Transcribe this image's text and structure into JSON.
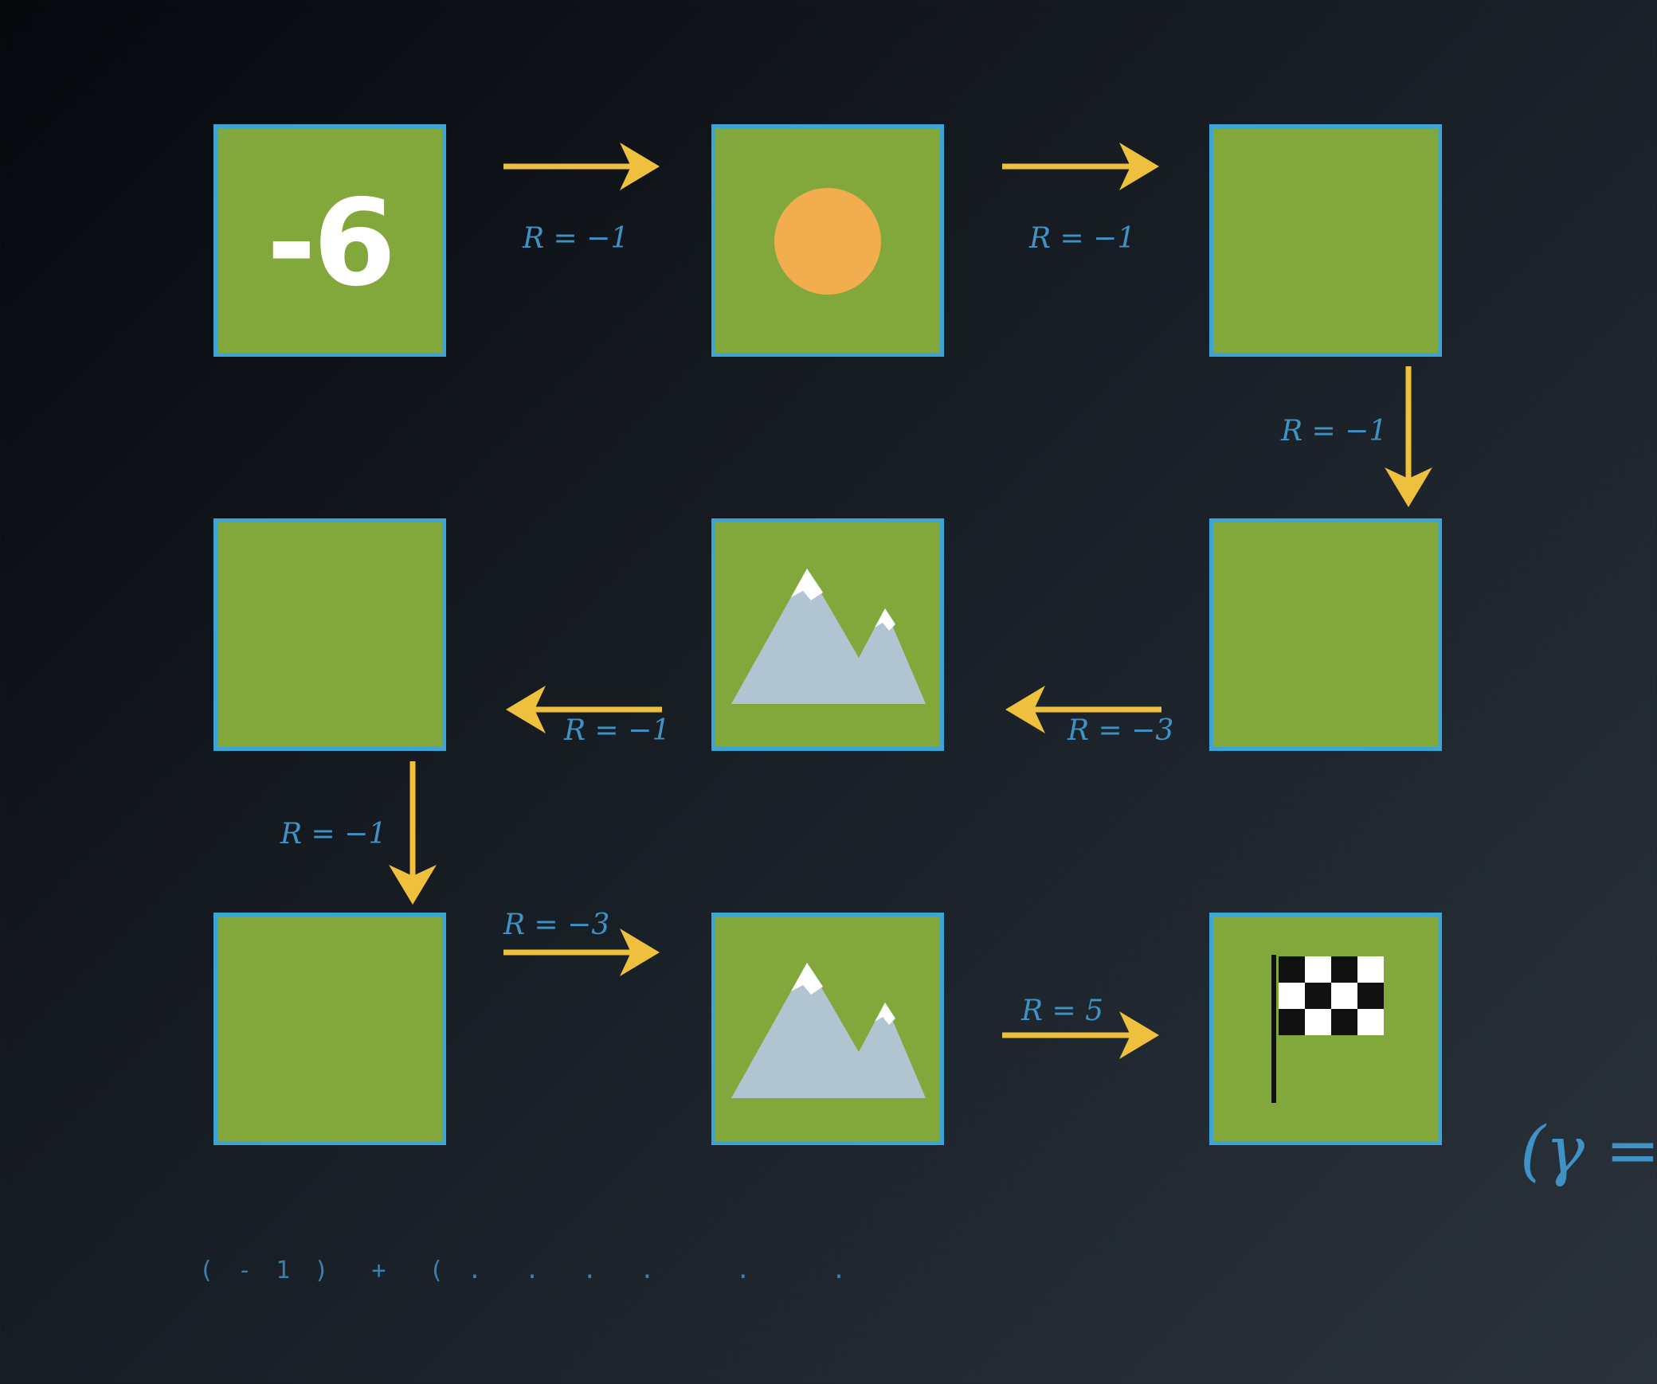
{
  "colors": {
    "tile_fill": "#82a83b",
    "tile_border": "#3ba6d6",
    "arrow": "#eec03e",
    "label": "#3f93c4",
    "sun": "#f2ad4f",
    "mountain": "#b0c4d2",
    "snow": "#ffffff"
  },
  "tiles": [
    {
      "row": 0,
      "col": 0,
      "value": "-6",
      "icon": ""
    },
    {
      "row": 0,
      "col": 1,
      "value": "",
      "icon": "sun-icon"
    },
    {
      "row": 0,
      "col": 2,
      "value": "",
      "icon": ""
    },
    {
      "row": 1,
      "col": 0,
      "value": "",
      "icon": ""
    },
    {
      "row": 1,
      "col": 1,
      "value": "",
      "icon": "mountain-icon"
    },
    {
      "row": 1,
      "col": 2,
      "value": "",
      "icon": ""
    },
    {
      "row": 2,
      "col": 0,
      "value": "",
      "icon": ""
    },
    {
      "row": 2,
      "col": 1,
      "value": "",
      "icon": "mountain-icon"
    },
    {
      "row": 2,
      "col": 2,
      "value": "",
      "icon": "checkered-flag-icon"
    }
  ],
  "transitions": [
    {
      "from": [
        0,
        0
      ],
      "to": [
        0,
        1
      ],
      "label": "R = −1"
    },
    {
      "from": [
        0,
        1
      ],
      "to": [
        0,
        2
      ],
      "label": "R = −1"
    },
    {
      "from": [
        0,
        2
      ],
      "to": [
        1,
        2
      ],
      "label": "R = −1"
    },
    {
      "from": [
        1,
        2
      ],
      "to": [
        1,
        1
      ],
      "label": "R = −3"
    },
    {
      "from": [
        1,
        1
      ],
      "to": [
        1,
        0
      ],
      "label": "R = −1"
    },
    {
      "from": [
        1,
        0
      ],
      "to": [
        2,
        0
      ],
      "label": "R = −1"
    },
    {
      "from": [
        2,
        0
      ],
      "to": [
        2,
        1
      ],
      "label": "R = −3"
    },
    {
      "from": [
        2,
        1
      ],
      "to": [
        2,
        2
      ],
      "label": "R = 5"
    }
  ],
  "gamma_label": "(γ =",
  "footer_text": "( - 1 )  +  ( .  .  .  .    .    ."
}
